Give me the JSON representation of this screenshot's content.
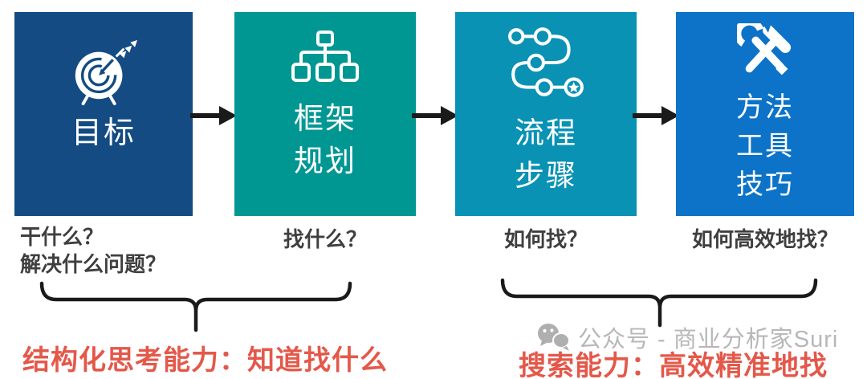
{
  "flow": {
    "steps": [
      {
        "lines": [
          "目标"
        ],
        "icon": "target-icon",
        "color": "#134B82",
        "question_lines": [
          "干什么？",
          "解决什么问题？"
        ]
      },
      {
        "lines": [
          "框架",
          "规划"
        ],
        "icon": "hierarchy-icon",
        "color": "#009793",
        "question_lines": [
          "找什么？"
        ]
      },
      {
        "lines": [
          "流程",
          "步骤"
        ],
        "icon": "process-path-icon",
        "color": "#0992B4",
        "question_lines": [
          "如何找？"
        ]
      },
      {
        "lines": [
          "方法",
          "工具",
          "技巧"
        ],
        "icon": "tools-icon",
        "color": "#0C73C8",
        "question_lines": [
          "如何高效地找？"
        ]
      }
    ]
  },
  "groups": [
    {
      "label": "结构化思考能力：知道找什么"
    },
    {
      "label": "搜索能力：高效精准地找"
    }
  ],
  "watermark": {
    "icon": "wechat-icon",
    "text": "公众号 - 商业分析家Suri"
  },
  "colors": {
    "step1": "#134B82",
    "step2": "#009793",
    "step3": "#0992B4",
    "step4": "#0C73C8",
    "accent_red": "#E4584A",
    "question_text": "#3F3F3F",
    "connector_black": "#1A1A1A",
    "watermark_gray": "#A8A8A8"
  }
}
